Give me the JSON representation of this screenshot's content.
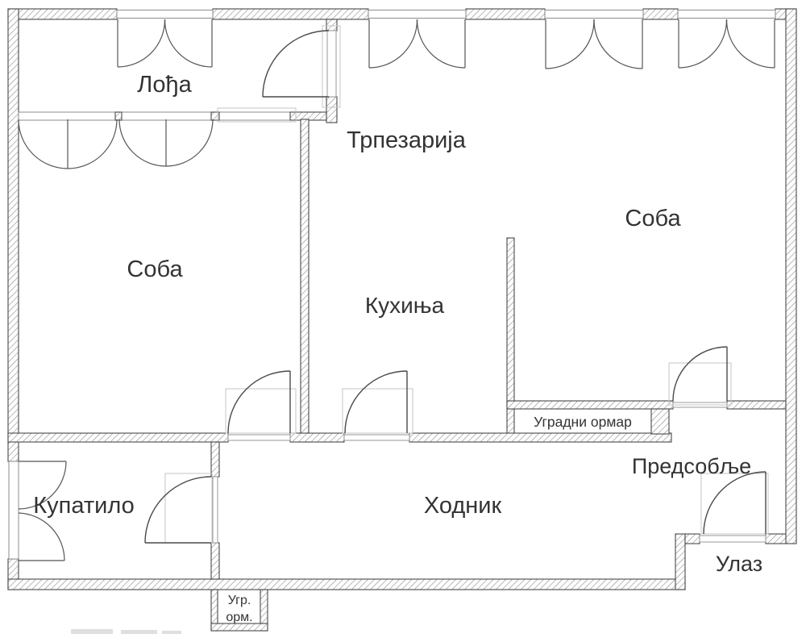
{
  "plan": {
    "type": "apartment-floor-plan",
    "language": "Serbian (Cyrillic)",
    "colors": {
      "background": "#ffffff",
      "wall_outline": "#4a4a4a",
      "hatch_line": "#8f8f8f",
      "faint_frame": "#c4c4c4",
      "label_text": "#333333"
    },
    "rooms": [
      {
        "id": "loggia",
        "label": "Лођа"
      },
      {
        "id": "dining_room",
        "label": "Трпезарија"
      },
      {
        "id": "room_right",
        "label": "Соба"
      },
      {
        "id": "room_left",
        "label": "Соба"
      },
      {
        "id": "kitchen",
        "label": "Кухиња"
      },
      {
        "id": "built_in_closet",
        "label": "Уградни ормар"
      },
      {
        "id": "vestibule",
        "label": "Предсобље"
      },
      {
        "id": "bathroom",
        "label": "Купатило"
      },
      {
        "id": "corridor",
        "label": "Ходник"
      },
      {
        "id": "entrance",
        "label": "Улаз"
      },
      {
        "id": "small_closet",
        "label": "Угр.",
        "label_line2": "орм."
      }
    ]
  }
}
